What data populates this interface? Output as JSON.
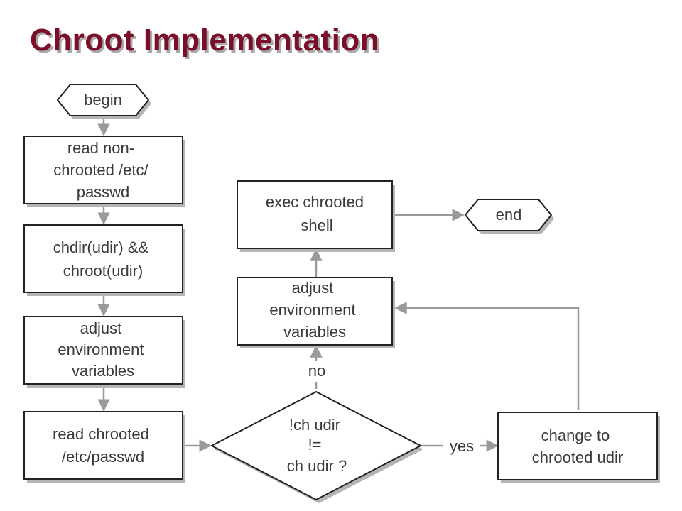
{
  "title": "Chroot Implementation",
  "nodes": {
    "begin": {
      "label": "begin"
    },
    "read_nonchroot": {
      "lines": [
        "read non-",
        "chrooted /etc/",
        "passwd"
      ]
    },
    "chdir_chroot": {
      "lines": [
        "chdir(udir) &&",
        "chroot(udir)"
      ]
    },
    "adjust_env_left": {
      "lines": [
        "adjust",
        "environment",
        "variables"
      ]
    },
    "read_chrooted": {
      "lines": [
        "read chrooted",
        "/etc/passwd"
      ]
    },
    "decision": {
      "lines": [
        "!ch udir",
        "!=",
        "ch udir ?"
      ]
    },
    "change_udir": {
      "lines": [
        "change to",
        "chrooted udir"
      ]
    },
    "adjust_env_mid": {
      "lines": [
        "adjust",
        "environment",
        "variables"
      ]
    },
    "exec_shell": {
      "lines": [
        "exec chrooted",
        "shell"
      ]
    },
    "end": {
      "label": "end"
    }
  },
  "edges": {
    "yes_label": "yes",
    "no_label": "no"
  },
  "colors": {
    "title": "#7a0f2a",
    "title_shadow": "#a9a9a9",
    "box_border": "#222222",
    "box_shadow": "#b5b5b5",
    "connector": "#9a9a9a",
    "text": "#3a3a3a"
  }
}
